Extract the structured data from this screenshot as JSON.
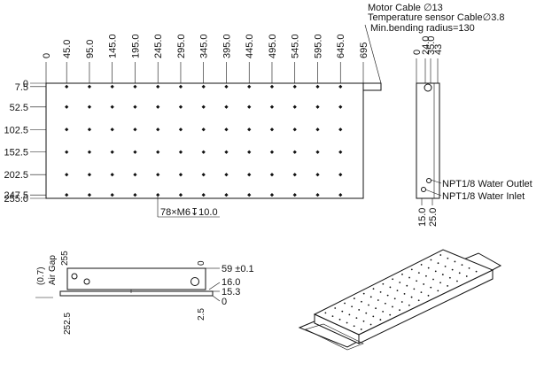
{
  "top_view": {
    "x_dims": [
      "0",
      "45.0",
      "95.0",
      "145.0",
      "195.0",
      "245.0",
      "295.0",
      "345.0",
      "395.0",
      "445.0",
      "495.0",
      "545.0",
      "595.0",
      "645.0",
      "695"
    ],
    "y_dims": [
      "0",
      "7.5",
      "52.5",
      "102.5",
      "152.5",
      "202.5",
      "247.5",
      "255.0"
    ],
    "cable_note": [
      "Motor Cable ∅13",
      "Temperature sensor Cable∅3.8",
      "Min.bending radius=130"
    ],
    "hole_callout": "78×M6↧10.0"
  },
  "side_view": {
    "top_dims": [
      "0",
      "24.0",
      "35.0",
      "43"
    ],
    "bottom_dims": [
      "15.0",
      "25.0"
    ],
    "water_outlet": "NPT1/8 Water Outlet",
    "water_inlet": "NPT1/8 Water Inlet"
  },
  "front_view": {
    "air_gap": "(0.7)",
    "air_gap_label": "Air Gap",
    "left_top_dim": "255",
    "left_bottom_dim": "252.5",
    "right_top_dim": "0",
    "right_bottom_dim": "2.5",
    "h_dims": [
      "59 ±0.1",
      "16.0",
      "15.3",
      "0"
    ]
  }
}
